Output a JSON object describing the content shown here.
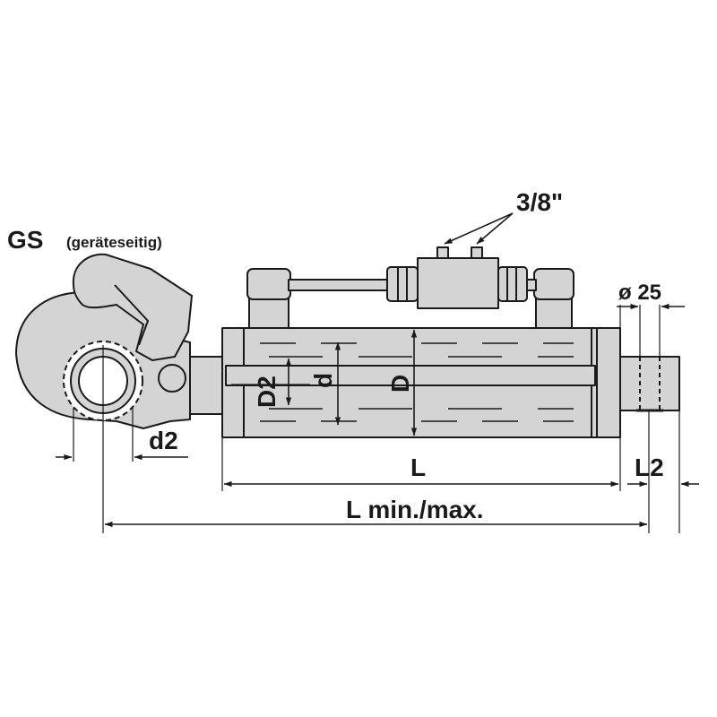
{
  "title": {
    "code": "GS",
    "subtitle": "(geräteseitig)"
  },
  "labels": {
    "port_size": "3/8\"",
    "pin_diameter": "ø 25",
    "d2": "d2",
    "D2": "D2",
    "d": "d",
    "D": "D",
    "L": "L",
    "L2": "L2",
    "L_minmax": "L min./max."
  },
  "colors": {
    "body_fill": "#d4d4d4",
    "line": "#1a1a1a",
    "highlight": "#ffffff"
  }
}
